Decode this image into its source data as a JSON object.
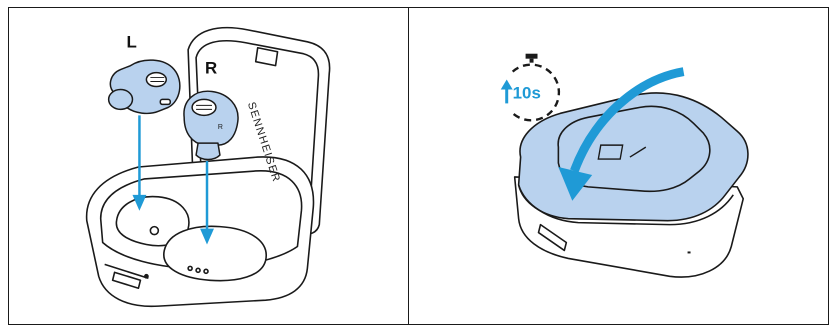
{
  "panels": [
    {
      "earbud_left_label": "L",
      "earbud_right_label": "R",
      "brand_text": "SENNHEISER",
      "colors": {
        "accent": "#1f9ad6",
        "earbud_fill": "#b9d2ee",
        "outline": "#1a1a1a"
      },
      "icons": [
        "earbud-left-icon",
        "earbud-right-icon",
        "insert-arrow-icon",
        "charging-case-open-icon"
      ]
    },
    {
      "timer_text": "10s",
      "colors": {
        "accent": "#1f9ad6",
        "lid_fill": "#b9d2ee",
        "outline": "#1a1a1a"
      },
      "icons": [
        "stopwatch-icon",
        "close-lid-arrow-icon",
        "charging-case-closed-icon",
        "sennheiser-logo-icon"
      ]
    }
  ]
}
